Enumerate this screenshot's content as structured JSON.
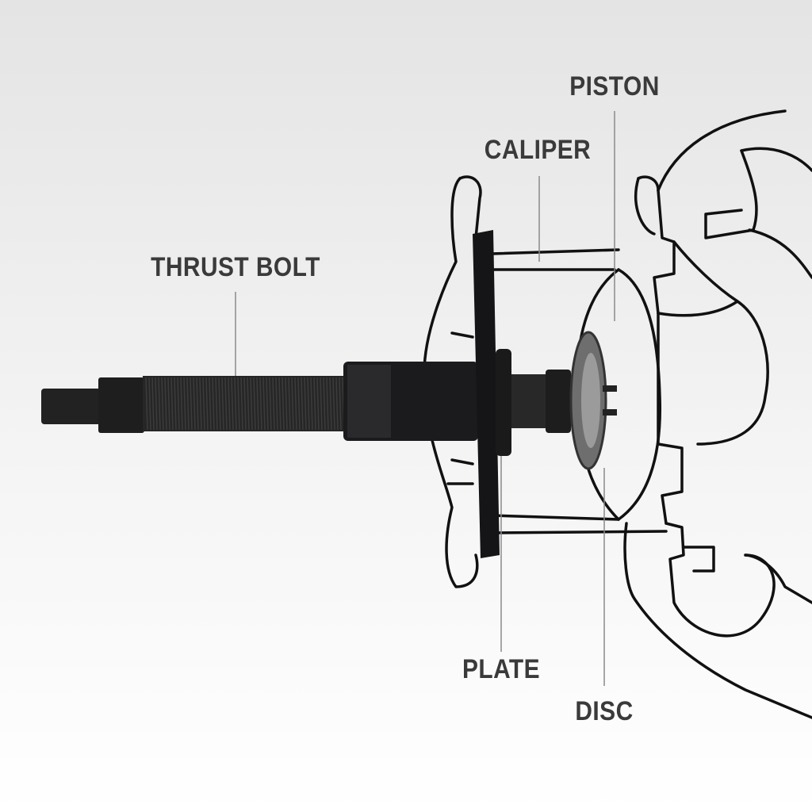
{
  "labels": {
    "piston": "PISTON",
    "caliper": "CALIPER",
    "thrust_bolt": "THRUST BOLT",
    "plate": "PLATE",
    "disc": "DISC"
  },
  "colors": {
    "label": "#3a3a3a",
    "tool": "#1c1c1e",
    "outline": "#111111",
    "leader": "#9a9a9a"
  }
}
